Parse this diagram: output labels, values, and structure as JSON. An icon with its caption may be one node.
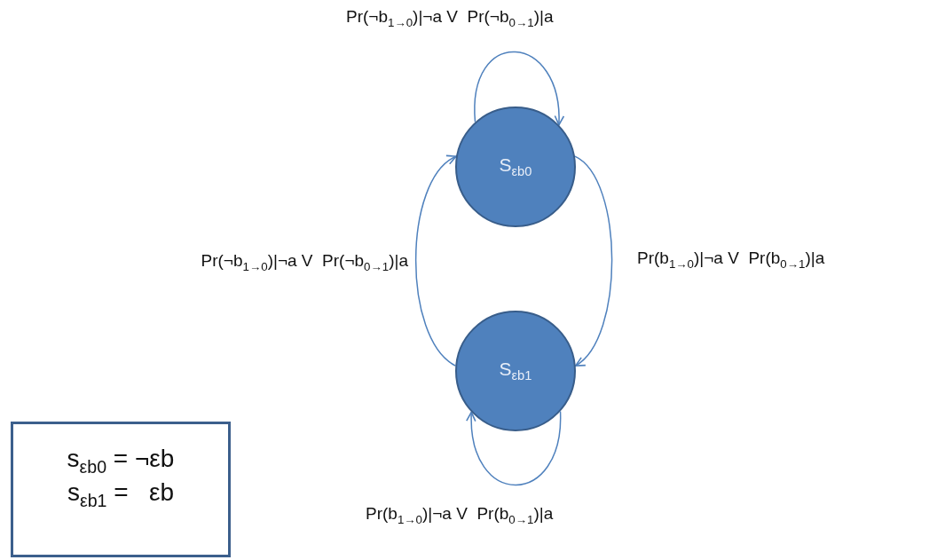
{
  "diagram": {
    "nodes": [
      {
        "text": [
          "S$_{εb0}$"
        ]
      },
      {
        "text": [
          "S$_{εb1}$"
        ]
      },
      {
        "text": [
          "s$_{εb0}$ = ¬εb",
          "s$_{εb1}$ =   εb"
        ]
      }
    ],
    "edges": [
      {
        "from": 0,
        "to": 0,
        "arrow": "to",
        "label": "Pr(¬b$_{1→0}$)|¬a V  Pr(¬b$_{0→1}$)|a"
      },
      {
        "from": 0,
        "to": 1,
        "arrow": "to",
        "label": "Pr(b$_{1→0}$)|¬a V  Pr(b$_{0→1}$)|a"
      },
      {
        "from": 1,
        "to": 0,
        "arrow": "to",
        "label": "Pr(¬b$_{1→0}$)|¬a V  Pr(¬b$_{0→1}$)|a"
      },
      {
        "from": 1,
        "to": 1,
        "arrow": "to",
        "label": "Pr(b$_{1→0}$)|¬a V  Pr(b$_{0→1}$)|a"
      }
    ]
  }
}
